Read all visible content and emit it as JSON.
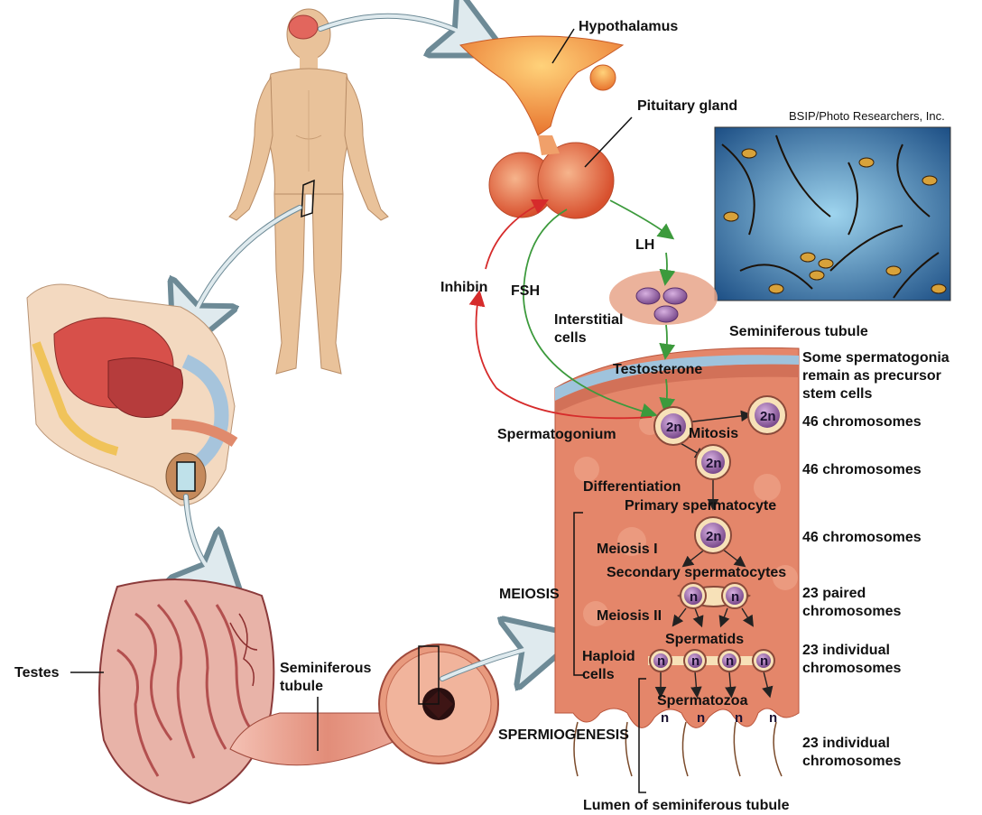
{
  "credit": "BSIP/Photo Researchers, Inc.",
  "labels": {
    "hypothalamus": "Hypothalamus",
    "pituitary": "Pituitary gland",
    "lh": "LH",
    "fsh": "FSH",
    "inhibin": "Inhibin",
    "interstitial": "Interstitial cells",
    "seminiferous_tubule_header": "Seminiferous tubule",
    "testosterone": "Testosterone",
    "spermatogonium": "Spermatogonium",
    "mitosis": "Mitosis",
    "differentiation": "Differentiation",
    "primary": "Primary spermatocyte",
    "meiosis1": "Meiosis I",
    "secondary": "Secondary spermatocytes",
    "meiosis": "MEIOSIS",
    "meiosis2": "Meiosis II",
    "spermatids": "Spermatids",
    "haploid": "Haploid cells",
    "spermatozoa": "Spermatozoa",
    "spermiogenesis": "SPERMIOGENESIS",
    "lumen": "Lumen of seminiferous tubule",
    "testes": "Testes",
    "seminiferous_tubule": "Seminiferous tubule"
  },
  "right_notes": {
    "stem": "Some spermatogonia remain as precursor stem cells",
    "c46a": "46 chromosomes",
    "c46b": "46 chromosomes",
    "c46c": "46 chromosomes",
    "paired": "23 paired chromosomes",
    "indiv1": "23 individual chromosomes",
    "indiv2": "23 individual chromosomes"
  },
  "cells": {
    "two_n": "2n",
    "n": "n"
  },
  "colors": {
    "tissue": "#e4866a",
    "tissue_dark": "#b9553c",
    "skin": "#e9c29a",
    "arrow_red": "#d62b2b",
    "arrow_green": "#3c9a3c",
    "arrow_big": "#cfe0e6"
  }
}
